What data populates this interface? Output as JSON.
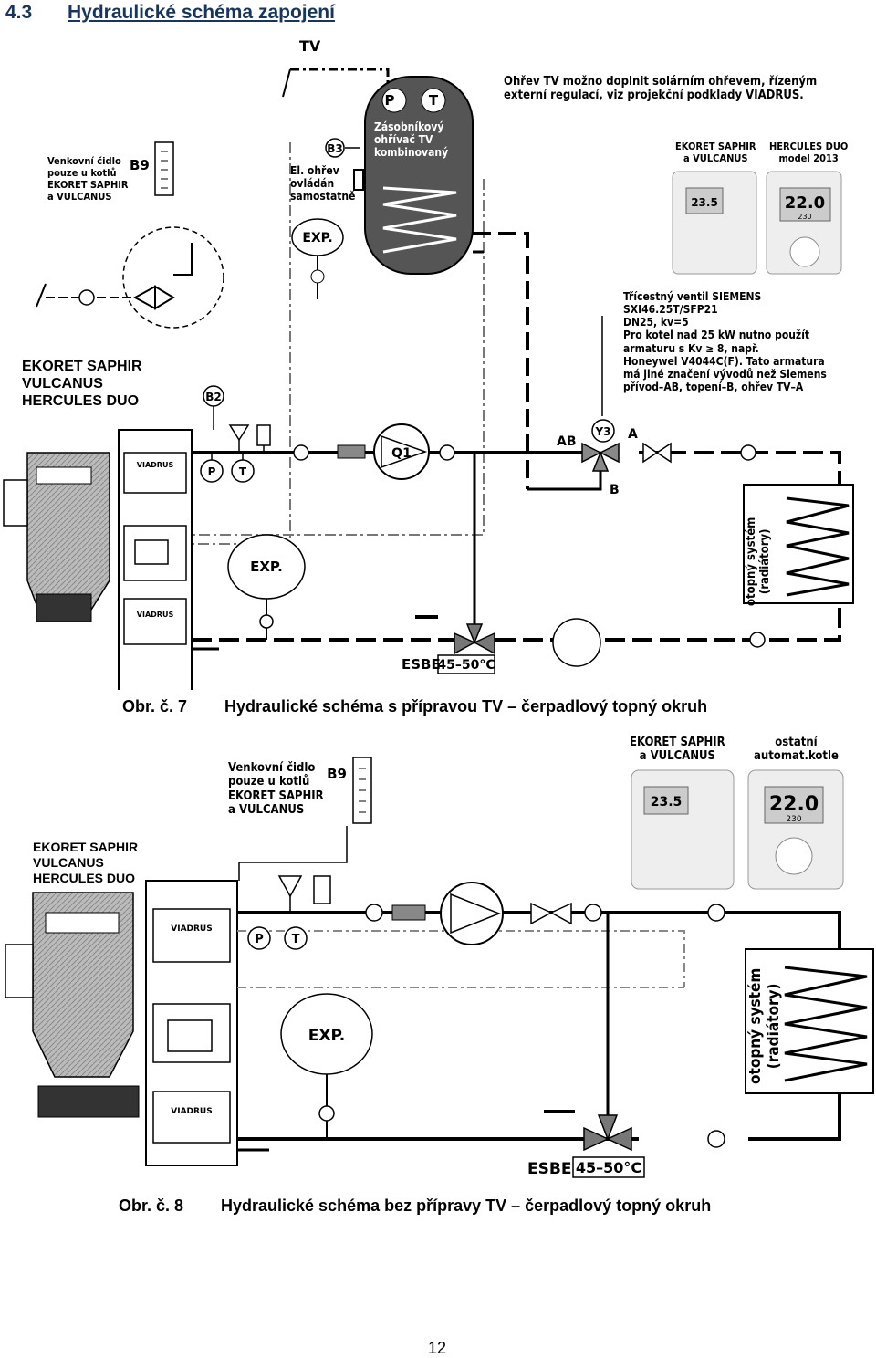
{
  "section": {
    "number": "4.3",
    "title": "Hydraulické schéma zapojení"
  },
  "figure7": {
    "label": "Obr. č. 7",
    "caption": "Hydraulické schéma s přípravou TV – čerpadlový topný okruh",
    "tv_label": "TV",
    "tank_text": "Zásobníkový\nohřívač TV\nkombinovaný",
    "tank_sensors": [
      "P",
      "T"
    ],
    "solar_note": "Ohřev TV možno doplnit solárním ohřevem, řízeným\nexterní regulací, viz projekční podklady VIADRUS.",
    "el_heating_note": "El. ohřev\novládán\nsamostatně",
    "outdoor_sensor_note": "Venkovní čidlo\npouze u kotlů\nEKORET SAPHIR\na VULCANUS",
    "sensor_labels": {
      "b9": "B9",
      "b3": "B3",
      "b2": "B2",
      "q1": "Q1",
      "y3": "Y3"
    },
    "boiler_models": "EKORET SAPHIR\nVULCANUS\nHERCULES DUO",
    "thermostat_1_label": "EKORET SAPHIR\na VULCANUS",
    "thermostat_2_label": "HERCULES DUO\nmodel 2013",
    "thermostat_1_display": "23.5",
    "thermostat_2_display": "22.0",
    "thermostat_2_sub": "230",
    "valve_note": "Třícestný ventil SIEMENS\nSXI46.25T/SFP21\nDN25, kv=5\nPro kotel nad 25 kW nutno použít\narmaturu s Kv ≥ 8, např.\nHoneywel V4044C(F). Tato armatura\nmá jiné značení vývodů než Siemens\npřívod–AB, topení–B, ohřev TV–A",
    "port_labels": {
      "ab": "AB",
      "a": "A",
      "b": "B"
    },
    "exp_label": "EXP.",
    "pt_labels": [
      "P",
      "T"
    ],
    "heating_system": "otopný systém\n(radiátory)",
    "esbe_label": "ESBE",
    "esbe_temp": "45–50°C",
    "viadrus_logo": "VIADRUS"
  },
  "figure8": {
    "label": "Obr. č. 8",
    "caption": "Hydraulické schéma bez přípravy TV – čerpadlový topný okruh",
    "outdoor_sensor_note": "Venkovní čidlo\npouze u kotlů\nEKORET SAPHIR\na VULCANUS",
    "sensor_label_b9": "B9",
    "boiler_models": "EKORET SAPHIR\nVULCANUS\nHERCULES DUO",
    "thermostat_1_label": "EKORET SAPHIR\na VULCANUS",
    "thermostat_2_label": "ostatní\nautomat.kotle",
    "thermostat_1_display": "23.5",
    "thermostat_2_display": "22.0",
    "thermostat_2_sub": "230",
    "exp_label": "EXP.",
    "pt_labels": [
      "P",
      "T"
    ],
    "heating_system": "otopný systém\n(radiátory)",
    "esbe_label": "ESBE",
    "esbe_temp": "45–50°C",
    "viadrus_logo": "VIADRUS"
  },
  "page_number": "12"
}
